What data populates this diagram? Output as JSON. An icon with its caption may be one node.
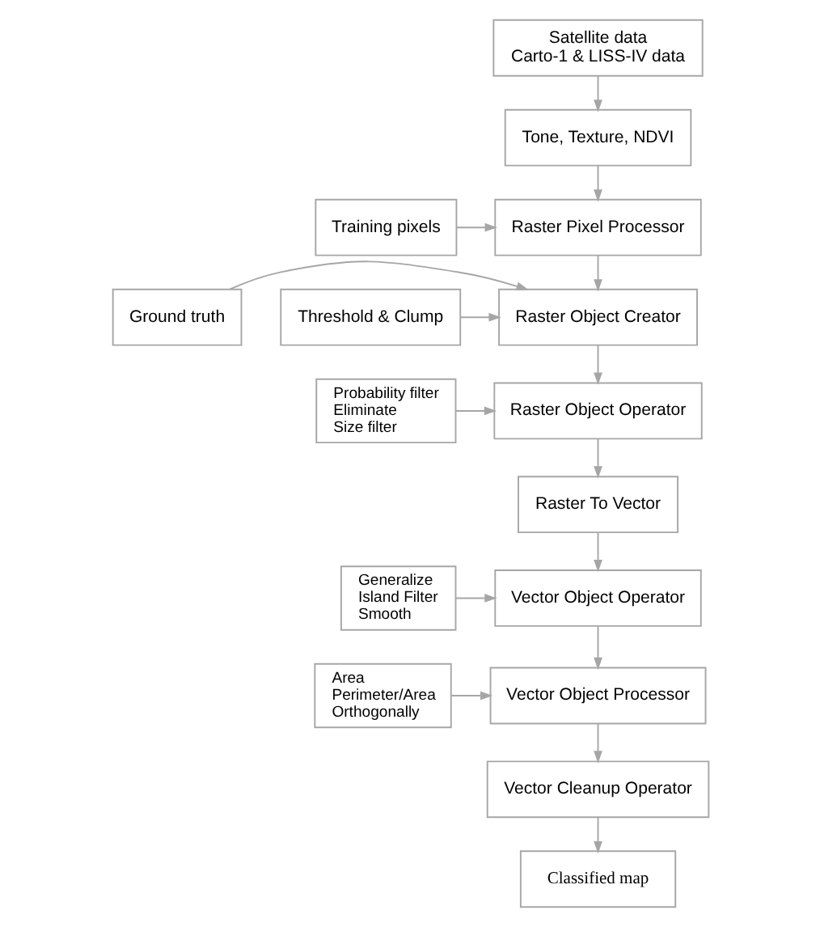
{
  "diagram": {
    "nodes": [
      {
        "text": [
          "Satellite data",
          "Carto-1 & LISS-IV data"
        ]
      },
      {
        "text": [
          "Tone, Texture, NDVI"
        ]
      },
      {
        "text": [
          "Raster Pixel Processor"
        ]
      },
      {
        "text": [
          "Training pixels"
        ]
      },
      {
        "text": [
          "Ground truth"
        ]
      },
      {
        "text": [
          "Raster Object Creator"
        ]
      },
      {
        "text": [
          "Threshold & Clump"
        ]
      },
      {
        "text": [
          "Raster Object Operator"
        ]
      },
      {
        "text": [
          "Probability filter",
          "Eliminate",
          "Size filter"
        ]
      },
      {
        "text": [
          "Raster To Vector"
        ]
      },
      {
        "text": [
          "Vector Object Operator"
        ]
      },
      {
        "text": [
          "Generalize",
          "Island Filter",
          "Smooth"
        ]
      },
      {
        "text": [
          "Vector Object Processor"
        ]
      },
      {
        "text": [
          "Area",
          "Perimeter/Area",
          "Orthogonally"
        ]
      },
      {
        "text": [
          "Vector Cleanup Operator"
        ]
      },
      {
        "text": [
          "Classified map"
        ]
      }
    ],
    "edges": [
      {
        "from": 0,
        "to": 1,
        "arrow": "to"
      },
      {
        "from": 1,
        "to": 2,
        "arrow": "to"
      },
      {
        "from": 3,
        "to": 2,
        "arrow": "to"
      },
      {
        "from": 2,
        "to": 5,
        "arrow": "to"
      },
      {
        "from": 4,
        "to": 5,
        "arrow": "to"
      },
      {
        "from": 6,
        "to": 5,
        "arrow": "to"
      },
      {
        "from": 5,
        "to": 7,
        "arrow": "to"
      },
      {
        "from": 8,
        "to": 7,
        "arrow": "to"
      },
      {
        "from": 7,
        "to": 9,
        "arrow": "to"
      },
      {
        "from": 9,
        "to": 10,
        "arrow": "to"
      },
      {
        "from": 11,
        "to": 10,
        "arrow": "to"
      },
      {
        "from": 10,
        "to": 12,
        "arrow": "to"
      },
      {
        "from": 13,
        "to": 12,
        "arrow": "to"
      },
      {
        "from": 12,
        "to": 14,
        "arrow": "to"
      },
      {
        "from": 14,
        "to": 15,
        "arrow": "to"
      }
    ]
  }
}
